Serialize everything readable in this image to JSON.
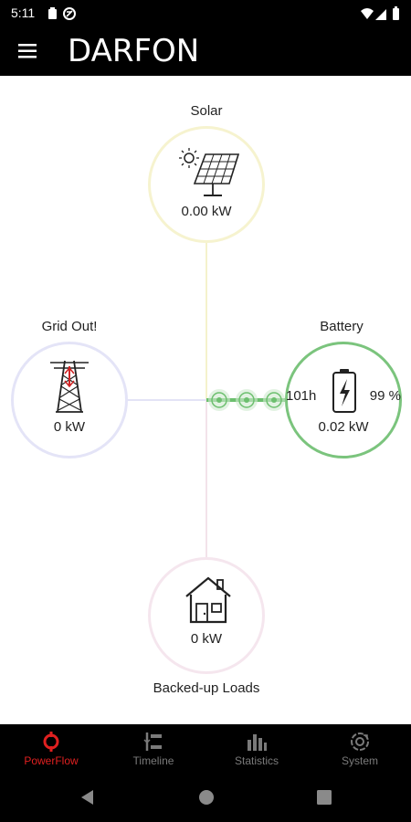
{
  "status_bar": {
    "time": "5:11"
  },
  "app": {
    "logo_text": "DARFON",
    "accent": "#e02020"
  },
  "nodes": {
    "solar": {
      "label": "Solar",
      "value": "0.00 kW",
      "color": "#f4f1c2",
      "icon": "solar-panel-icon"
    },
    "grid": {
      "label": "Grid Out!",
      "value": "0 kW",
      "color": "#e3e3f6",
      "icon": "power-tower-icon"
    },
    "battery": {
      "label": "Battery",
      "value": "0.02 kW",
      "time_left": "101h",
      "percent": "99 %",
      "color": "#7bc47d",
      "icon": "battery-charging-icon"
    },
    "loads": {
      "label": "Backed-up Loads",
      "value": "0 kW",
      "color": "#f5e6ee",
      "icon": "house-icon"
    }
  },
  "bottom_nav": [
    {
      "label": "PowerFlow",
      "icon": "powerflow-icon",
      "active": true
    },
    {
      "label": "Timeline",
      "icon": "timeline-icon",
      "active": false
    },
    {
      "label": "Statistics",
      "icon": "statistics-icon",
      "active": false
    },
    {
      "label": "System",
      "icon": "system-icon",
      "active": false
    }
  ]
}
